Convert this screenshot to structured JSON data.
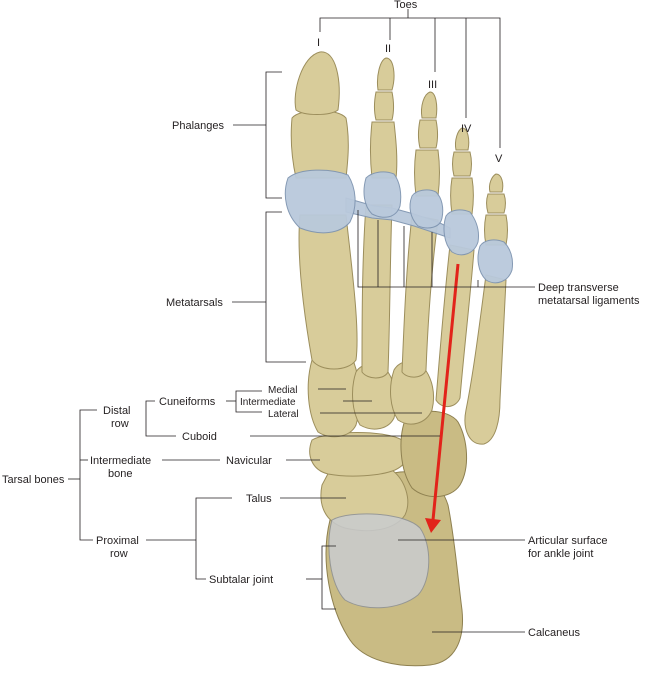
{
  "labels": {
    "toes": "Toes",
    "toe_i": "I",
    "toe_ii": "II",
    "toe_iii": "III",
    "toe_iv": "IV",
    "toe_v": "V",
    "phalanges": "Phalanges",
    "metatarsals": "Metatarsals",
    "deep_ligaments_line1": "Deep transverse",
    "deep_ligaments_line2": "metatarsal ligaments",
    "cuneiforms": "Cuneiforms",
    "medial": "Medial",
    "intermediate": "Intermediate",
    "lateral": "Lateral",
    "distal_row_line1": "Distal",
    "distal_row_line2": "row",
    "cuboid": "Cuboid",
    "tarsal_bones": "Tarsal bones",
    "intermediate_bone_line1": "Intermediate",
    "intermediate_bone_line2": "bone",
    "navicular": "Navicular",
    "talus": "Talus",
    "proximal_row_line1": "Proximal",
    "proximal_row_line2": "row",
    "subtalar_joint": "Subtalar joint",
    "articular_line1": "Articular surface",
    "articular_line2": "for ankle joint",
    "calcaneus": "Calcaneus"
  },
  "colors": {
    "bone": "#d8cc9a",
    "ligament": "#b9c9dc",
    "cartilage": "#c9ccd0",
    "arrow": "#e2231a",
    "leader": "#231f20"
  }
}
